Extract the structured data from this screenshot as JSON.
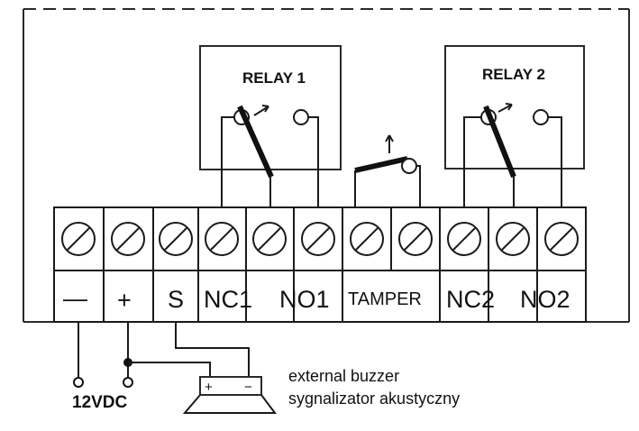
{
  "relays": [
    {
      "title": "RELAY 1"
    },
    {
      "title": "RELAY 2"
    }
  ],
  "terminals": [
    {
      "label": "—"
    },
    {
      "label": "+"
    },
    {
      "label": "S"
    },
    {
      "label": "NC1"
    },
    {
      "label": "NO1"
    },
    {
      "label": "TAMPER"
    },
    {
      "label": ""
    },
    {
      "label": "NC2"
    },
    {
      "label": "NO2"
    }
  ],
  "power": {
    "label": "12VDC"
  },
  "buzzer": {
    "plus_label": "+",
    "minus_label": "−",
    "caption_en": "external buzzer",
    "caption_pl": "sygnalizator akustyczny"
  }
}
